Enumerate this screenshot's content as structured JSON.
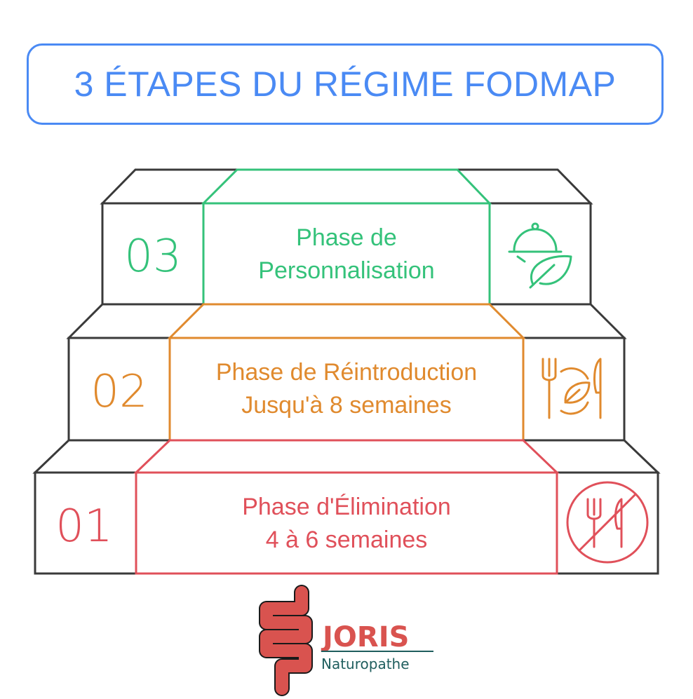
{
  "title": "3 ÉTAPES DU RÉGIME FODMAP",
  "colors": {
    "title": "#4a8af4",
    "step3": "#34c27a",
    "step2": "#e08a2e",
    "step1": "#e0505a",
    "outline": "#3a3a3a",
    "logo_red": "#d9534f",
    "logo_teal": "#1f5e5e"
  },
  "steps": [
    {
      "number": "03",
      "line1": "Phase de",
      "line2": "Personnalisation",
      "icon": "cloche-leaf-icon"
    },
    {
      "number": "02",
      "line1": "Phase de Réintroduction",
      "line2": "Jusqu'à 8 semaines",
      "icon": "fork-plate-knife-icon"
    },
    {
      "number": "01",
      "line1": "Phase d'Élimination",
      "line2": "4 à 6 semaines",
      "icon": "no-eating-icon"
    }
  ],
  "logo": {
    "name": "JORIS",
    "subtitle": "Naturopathe",
    "icon": "intestine-icon"
  }
}
